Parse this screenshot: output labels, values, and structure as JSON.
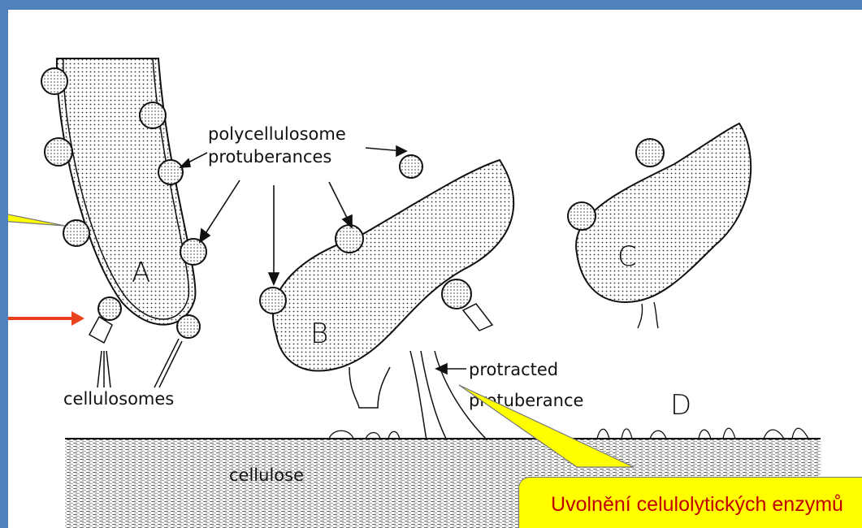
{
  "labels": {
    "polycellulosome": "polycellulosome",
    "protuberances": "protuberances",
    "cellulosomes": "cellulosomes",
    "protracted": "protracted",
    "protuberance": "protuberance",
    "cellulose": "cellulose",
    "cell_a": "A",
    "cell_b": "B",
    "cell_c": "C",
    "stage_d": "D"
  },
  "callout": {
    "text": "Uvolnění celulolytických enzymů"
  },
  "colors": {
    "frame": "#4f81bd",
    "callout_fill": "#ffff00",
    "callout_text": "#c00000",
    "red_arrow": "#e8421c"
  }
}
